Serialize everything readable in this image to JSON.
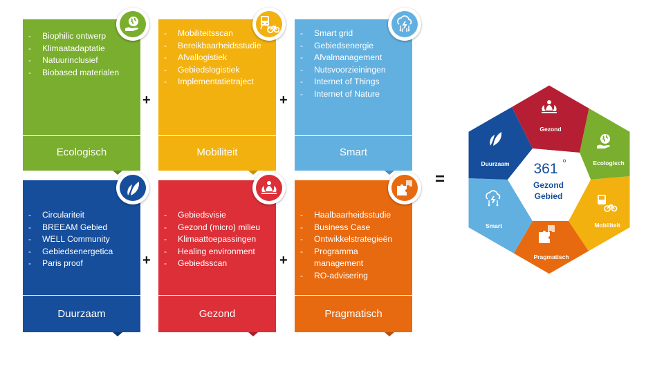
{
  "colors": {
    "ecologisch": "#7AAE2E",
    "mobiliteit": "#F2B10E",
    "smart": "#62B0E0",
    "duurzaam": "#164E9C",
    "gezond": "#DC2F37",
    "pragmatisch": "#E86A10",
    "gezond_dark": "#B61F33"
  },
  "cards": {
    "ecologisch": {
      "title": "Ecologisch",
      "items": [
        "Biophilic ontwerp",
        "Klimaatadaptatie",
        "Natuurinclusief",
        "Biobased materialen"
      ],
      "icon": "globe-hand-icon"
    },
    "mobiliteit": {
      "title": "Mobiliteit",
      "items": [
        "Mobiliteitsscan",
        "Bereikbaarheidsstudie",
        "Afvallogistiek",
        "Gebiedslogistiek",
        "Implementatietraject"
      ],
      "icon": "train-bicycle-icon"
    },
    "smart": {
      "title": "Smart",
      "items": [
        "Smart grid",
        "Gebiedsenergie",
        "Afvalmanagement",
        "Nutsvoorzieiningen",
        "Internet of Things",
        "Internet of Nature"
      ],
      "icon": "cloud-circuit-icon"
    },
    "duurzaam": {
      "title": "Duurzaam",
      "items": [
        "Circulariteit",
        "BREEAM Gebied",
        "WELL Community",
        "Gebiedsenergetica",
        "Paris proof"
      ],
      "icon": "leaf-icon"
    },
    "gezond": {
      "title": "Gezond",
      "items": [
        "Gebiedsvisie",
        "Gezond (micro) milieu",
        "Klimaattoepassingen",
        "Healing environment",
        "Gebiedsscan"
      ],
      "icon": "lotus-meditation-icon"
    },
    "pragmatisch": {
      "title": "Pragmatisch",
      "items": [
        "Haalbaarheidsstudie",
        "Business Case",
        "Ontwikkelstrategieën",
        "Programma management",
        "RO-advisering"
      ],
      "icon": "puzzle-icon"
    }
  },
  "operators": {
    "plus": "+",
    "equals": "="
  },
  "hexagon": {
    "center_number": "361",
    "center_degree": "°",
    "center_line1": "Gezond",
    "center_line2": "Gebied",
    "labels": {
      "gezond": "Gezond",
      "ecologisch": "Ecologisch",
      "mobiliteit": "Mobiliteit",
      "pragmatisch": "Pragmatisch",
      "smart": "Smart",
      "duurzaam": "Duurzaam"
    }
  }
}
